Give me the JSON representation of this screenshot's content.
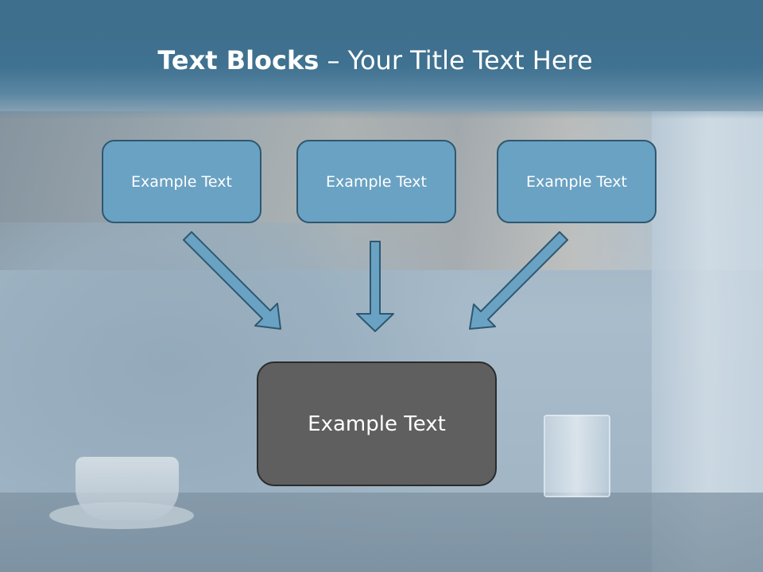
{
  "title": {
    "bold": "Text Blocks",
    "rest": " – Your Title Text Here"
  },
  "boxes": [
    "Example Text",
    "Example Text",
    "Example Text"
  ],
  "main_box": "Example Text",
  "colors": {
    "title_bar": "#3f7190",
    "box_fill": "#6aa2c3",
    "box_border": "#2e5870",
    "main_fill": "#5f5f5f",
    "arrow_fill": "#6aa2c3"
  }
}
